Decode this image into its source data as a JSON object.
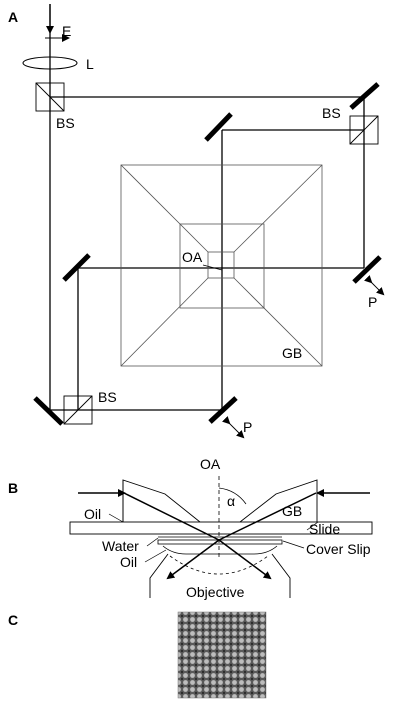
{
  "panels": {
    "a": {
      "label": "A",
      "labels": {
        "e": "E",
        "l": "L",
        "bs_top_left": "BS",
        "bs_top_right": "BS",
        "bs_bottom_left": "BS",
        "oa": "OA",
        "gb": "GB",
        "p_right": "P",
        "p_bottom": "P"
      }
    },
    "b": {
      "label": "B",
      "labels": {
        "oa": "OA",
        "alpha": "α",
        "oil_top": "Oil",
        "gb": "GB",
        "slide": "Slide",
        "water": "Water",
        "oil_bottom": "Oil",
        "cover_slip": "Cover Slip",
        "objective": "Objective"
      }
    },
    "c": {
      "label": "C"
    }
  },
  "colors": {
    "line": "#000000",
    "thin_line": "#555555",
    "image_base": "#6a6a6a"
  }
}
